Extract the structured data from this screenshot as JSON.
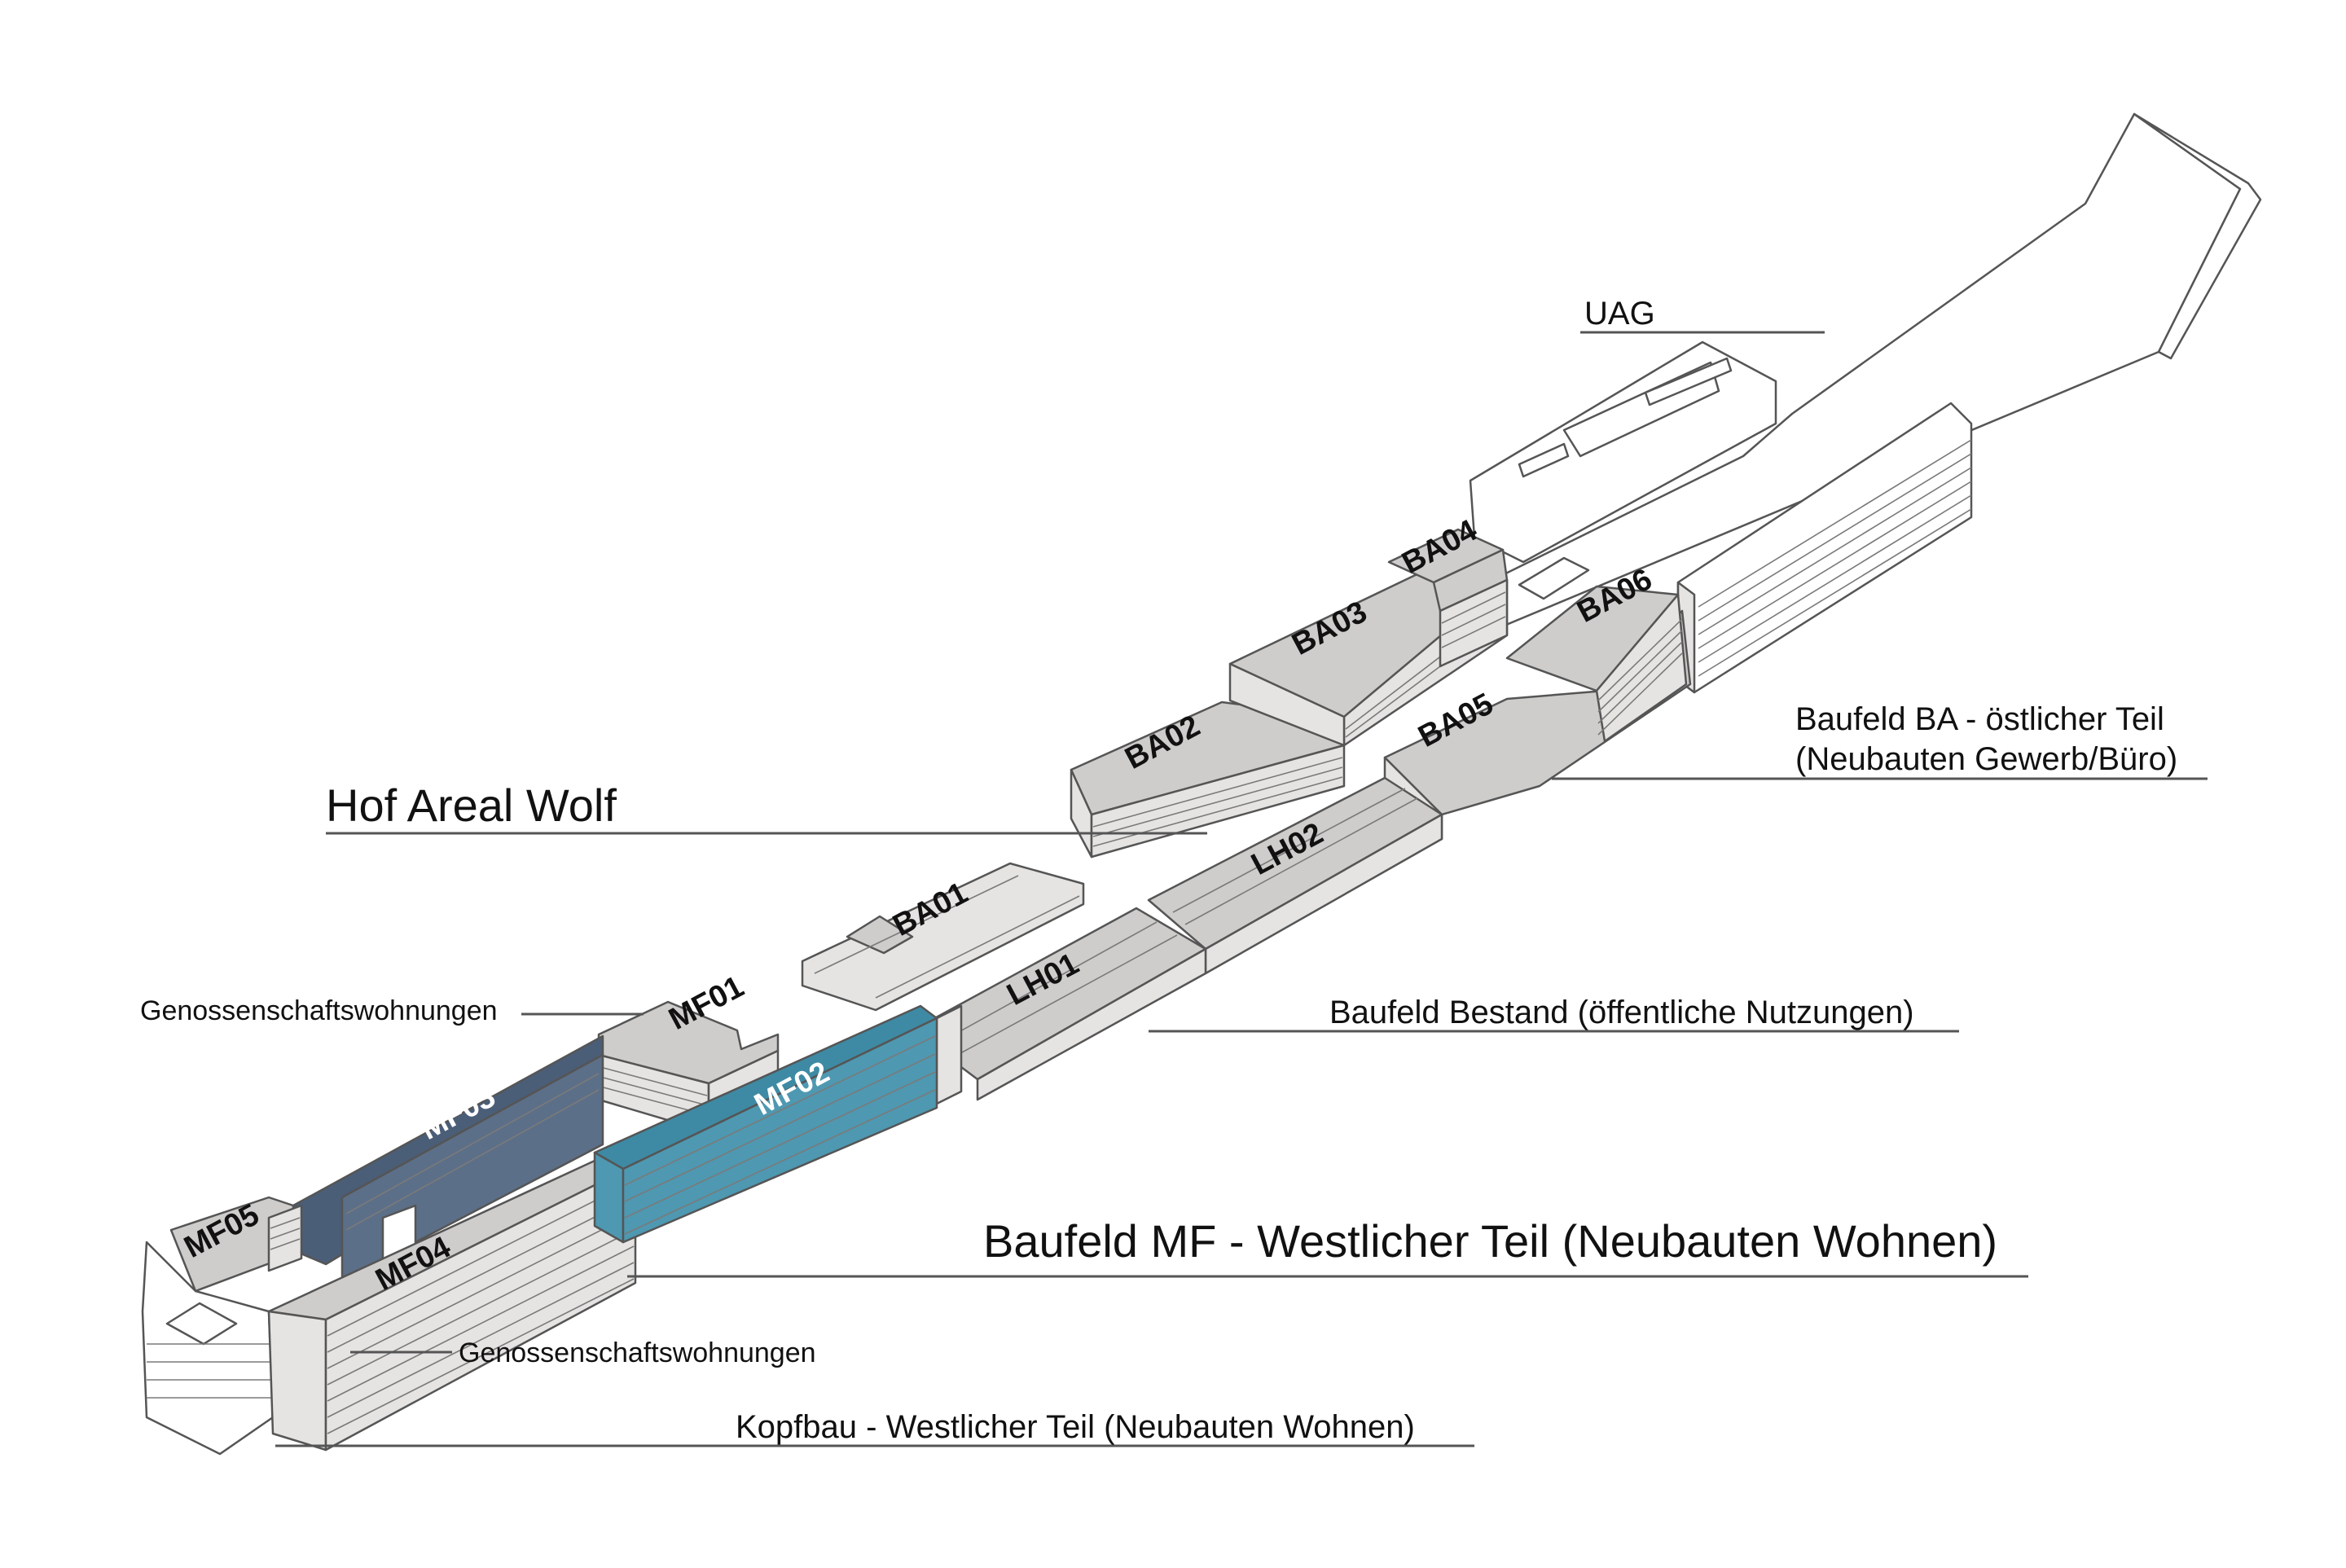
{
  "colors": {
    "existing_top": "#cfcdcb",
    "existing_side": "#e6e4e2",
    "existing_dark": "#bdbab7",
    "outline_white": "#ffffff",
    "mf02_top": "#3e8aa4",
    "mf02_side": "#4e98b1",
    "mf03_top": "#4a5e78",
    "mf03_side": "#5c6f88",
    "leader": "#555555"
  },
  "labels": {
    "uag": "UAG",
    "hof_areal_wolf": "Hof Areal Wolf",
    "baufeld_ba_line1": "Baufeld BA - östlicher Teil",
    "baufeld_ba_line2": "(Neubauten Gewerb/Büro)",
    "baufeld_bestand": "Baufeld Bestand (öffentliche Nutzungen)",
    "baufeld_mf": "Baufeld MF - Westlicher Teil (Neubauten Wohnen)",
    "genossenschaft_top": "Genossenschaftswohnungen",
    "genossenschaft_bottom": "Genossenschaftswohnungen",
    "kopfbau": "Kopfbau - Westlicher Teil (Neubauten Wohnen)"
  },
  "buildings": {
    "BA01": "BA01",
    "BA02": "BA02",
    "BA03": "BA03",
    "BA04": "BA04",
    "BA05": "BA05",
    "BA06": "BA06",
    "LH01": "LH01",
    "LH02": "LH02",
    "MF01": "MF01",
    "MF02": "MF02",
    "MF03": "MF03",
    "MF04": "MF04",
    "MF05": "MF05"
  }
}
